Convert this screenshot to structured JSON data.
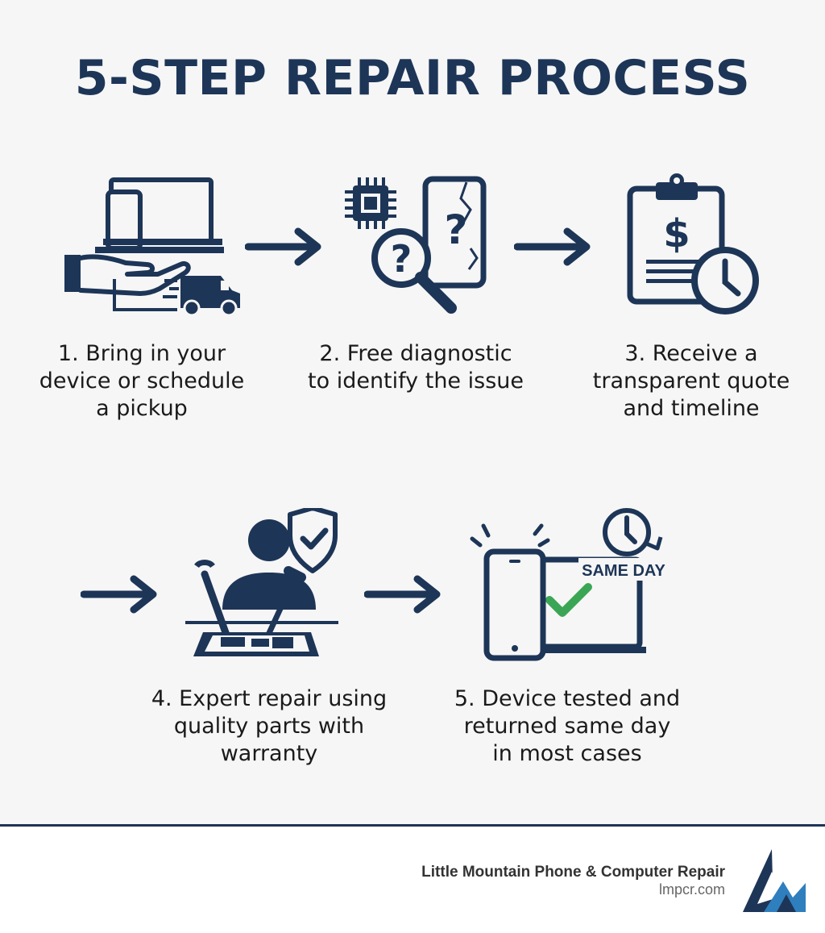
{
  "title": "5-STEP REPAIR PROCESS",
  "colors": {
    "navy": "#1d3557",
    "check_green": "#3aa655",
    "background": "#f6f6f6"
  },
  "steps": [
    {
      "number": 1,
      "icon": "drop-off-pickup-icon",
      "lines": [
        "1. Bring in your",
        "device or schedule",
        "a pickup"
      ]
    },
    {
      "number": 2,
      "icon": "diagnostic-icon",
      "lines": [
        "2. Free diagnostic",
        "to identify the issue"
      ]
    },
    {
      "number": 3,
      "icon": "quote-clipboard-icon",
      "lines": [
        "3. Receive a",
        "transparent quote",
        "and timeline"
      ]
    },
    {
      "number": 4,
      "icon": "technician-repair-icon",
      "lines": [
        "4. Expert repair using",
        "quality parts with",
        "warranty"
      ]
    },
    {
      "number": 5,
      "icon": "tested-returned-icon",
      "badge": "SAME DAY",
      "lines": [
        "5. Device tested and",
        "returned same day",
        "in most cases"
      ]
    }
  ],
  "footer": {
    "company": "Little Mountain Phone & Computer Repair",
    "url": "lmpcr.com",
    "logo": "mountain-logo-icon"
  }
}
